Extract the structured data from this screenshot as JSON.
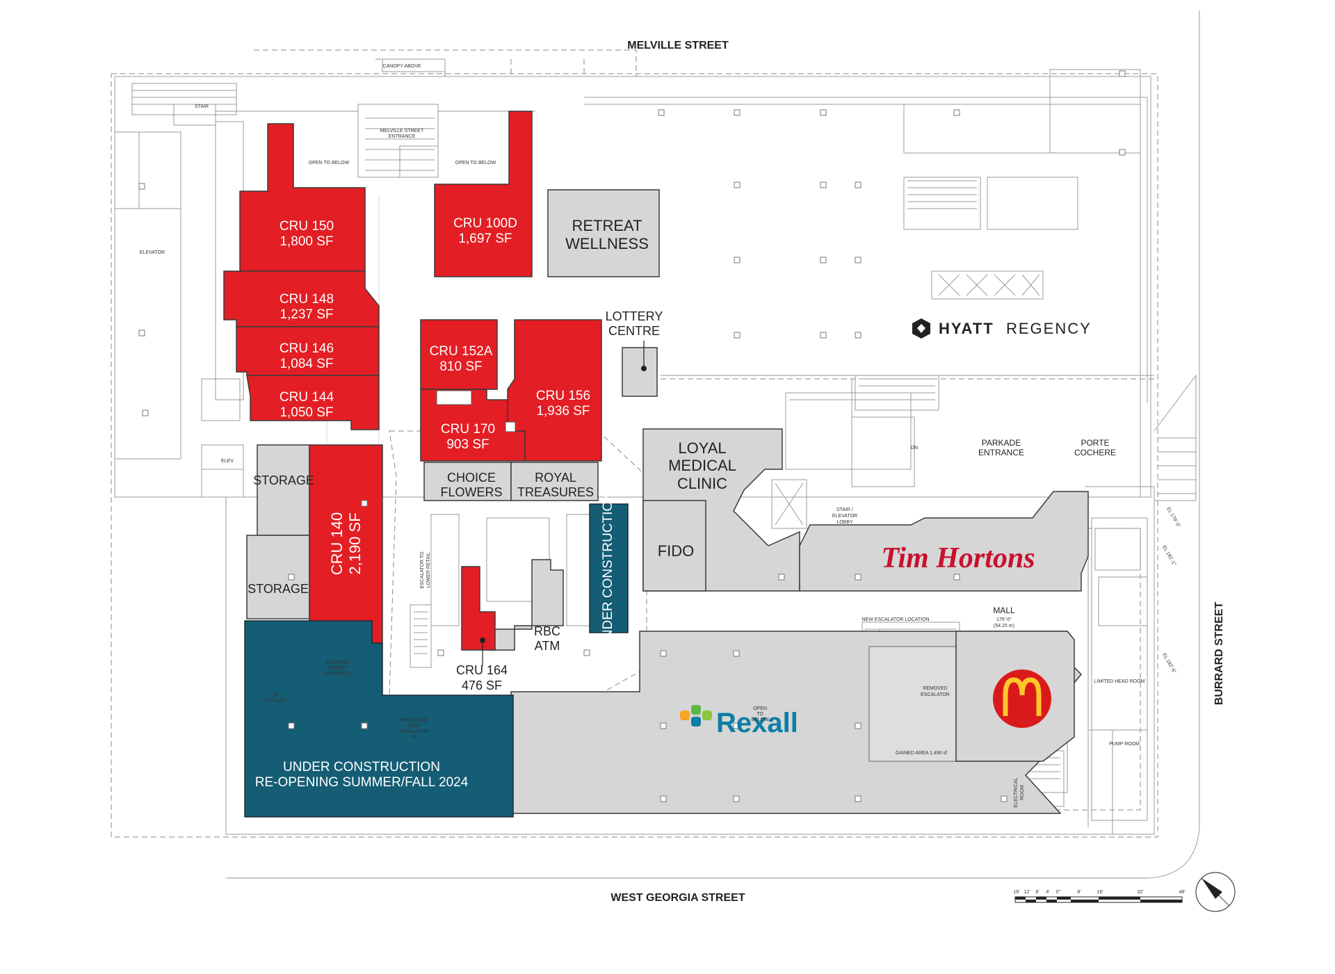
{
  "streets": {
    "north": "MELVILLE STREET",
    "south": "WEST GEORGIA STREET",
    "east": "BURRARD STREET"
  },
  "units": [
    {
      "id": "cru150",
      "name": "CRU 150",
      "area": "1,800 SF"
    },
    {
      "id": "cru148",
      "name": "CRU 148",
      "area": "1,237 SF"
    },
    {
      "id": "cru146",
      "name": "CRU 146",
      "area": "1,084 SF"
    },
    {
      "id": "cru144",
      "name": "CRU 144",
      "area": "1,050 SF"
    },
    {
      "id": "cru100d",
      "name": "CRU 100D",
      "area": "1,697 SF"
    },
    {
      "id": "cru152a",
      "name": "CRU 152A",
      "area": "810 SF"
    },
    {
      "id": "cru156",
      "name": "CRU 156",
      "area": "1,936 SF"
    },
    {
      "id": "cru170",
      "name": "CRU 170",
      "area": "903 SF"
    },
    {
      "id": "cru140",
      "name": "CRU 140",
      "area": "2,190 SF"
    },
    {
      "id": "cru164",
      "name": "CRU 164",
      "area": "476 SF"
    }
  ],
  "tenants": {
    "retreat": [
      "RETREAT",
      "WELLNESS"
    ],
    "lottery": [
      "LOTTERY",
      "CENTRE"
    ],
    "loyal": [
      "LOYAL",
      "MEDICAL",
      "CLINIC"
    ],
    "choice": [
      "CHOICE",
      "FLOWERS"
    ],
    "royal": [
      "ROYAL",
      "TREASURES"
    ],
    "fido": "FIDO",
    "rbc": [
      "RBC",
      "ATM"
    ],
    "storage1": "STORAGE",
    "storage2": "STORAGE",
    "under_construction_small": "UNDER CONSTRUCTION",
    "under_construction_large": [
      "UNDER CONSTRUCTION",
      "RE-OPENING SUMMER/FALL 2024"
    ]
  },
  "brands": {
    "hyatt_a": "HYATT",
    "hyatt_b": "REGENCY",
    "tim": "Tim Hortons",
    "rexall": "Rexall"
  },
  "labels": {
    "parkade": [
      "PARKADE",
      "ENTRANCE"
    ],
    "porte": [
      "PORTE",
      "COCHERE"
    ],
    "mall": "MALL",
    "mall_dim_a": "176'-0\"",
    "mall_dim_b": "(54.25 m)",
    "new_escalator": "NEW ESCALATOR LOCATION",
    "removed_escalator": [
      "REMOVED",
      "ESCALATOR"
    ],
    "gained_area": "GAINED AREA 1,490 sf",
    "canopy": "CANOPY ABOVE",
    "melville_entrance": [
      "MELVILLE STREET",
      "ENTRANCE"
    ],
    "open_below": "OPEN TO BELOW",
    "open_below_2": "OPEN TO BELOW",
    "open_to_below_small": [
      "OPEN",
      "TO",
      "BELOW"
    ],
    "stair": "STAIR",
    "elevator": "ELEVATOR",
    "elev": "ELEV",
    "escalator_lower": [
      "ESCALATOR TO",
      "LOWER RETAIL"
    ],
    "stair_elevator_lobby": [
      "STAIR /",
      "ELEVATOR",
      "LOBBY"
    ],
    "dn": "DN",
    "electrical": [
      "ELECTRICAL",
      "ROOM"
    ],
    "pump": "PUMP ROOM",
    "limited": "LIMITED HEAD ROOM",
    "georgia_entrance": [
      "GEORGIA",
      "STREET",
      "ENTRANCE"
    ],
    "up_to_plaza": [
      "UP",
      "TO PLAZA"
    ],
    "proposed": [
      "PROPOSED",
      "NEW",
      "ESCALATOR",
      "UP"
    ],
    "el_1": "EL 179'-3\"",
    "el_2": "EL 181'-1\"",
    "el_3": "EL 182'-6\""
  },
  "scale": {
    "ticks": [
      "16'",
      "12'",
      "8'",
      "4'",
      "0\"",
      "8'",
      "16'",
      "32'",
      "48'"
    ]
  },
  "colors": {
    "available": "#e31e24",
    "leased": "#d6d6d6",
    "construction": "#145d74",
    "tim_red": "#c8102e",
    "rexall_blue": "#0b7fa6",
    "mcd_red": "#da1a1a",
    "mcd_yellow": "#ffc72c"
  }
}
